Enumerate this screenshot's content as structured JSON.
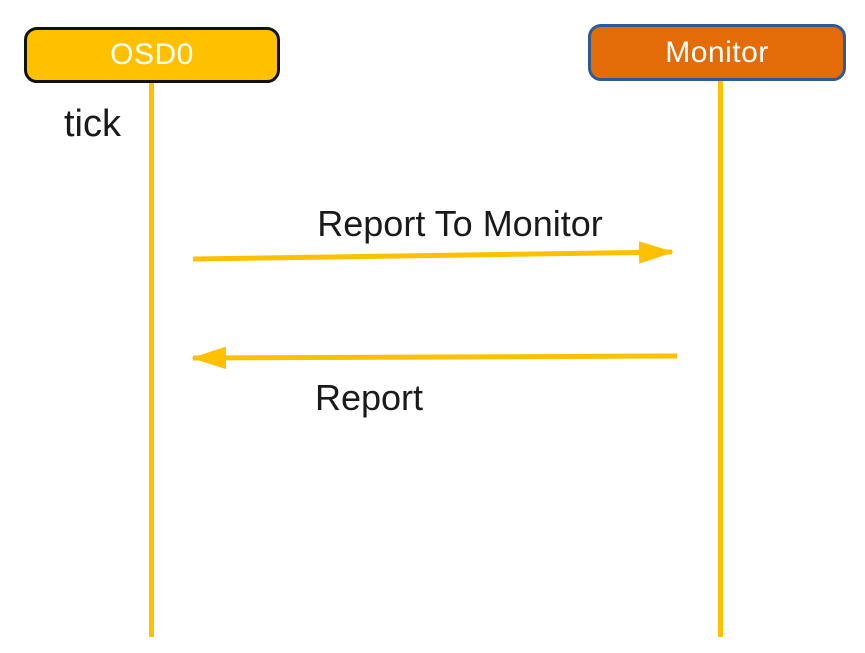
{
  "diagram": {
    "type": "sequence-diagram",
    "participants": [
      {
        "name": "OSD0",
        "fill": "#FFC000",
        "border": "#111111",
        "text_color": "#FFFFFF"
      },
      {
        "name": "Monitor",
        "fill": "#E36C09",
        "border": "#2E5B97",
        "text_color": "#FFFFFF"
      }
    ],
    "annotation": {
      "label": "tick"
    },
    "messages": [
      {
        "label": "Report To Monitor",
        "from": "OSD0",
        "to": "Monitor",
        "direction": "right"
      },
      {
        "label": "Report",
        "from": "Monitor",
        "to": "OSD0",
        "direction": "left"
      }
    ],
    "colors": {
      "gold": "#FFC000",
      "orange": "#E36C09",
      "blue_border": "#2E5B97",
      "black_border": "#111111",
      "text": "#1a1a1a",
      "background": "#FFFFFF"
    }
  }
}
